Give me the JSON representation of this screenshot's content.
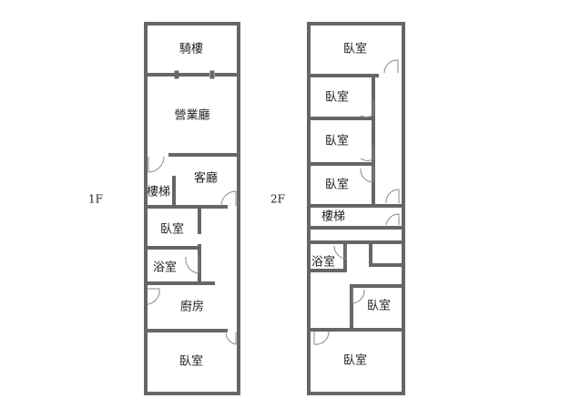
{
  "floors": [
    {
      "label": "1F",
      "rooms": [
        "騎樓",
        "營業廳",
        "客廳",
        "樓梯",
        "臥室",
        "浴室",
        "廚房",
        "臥室"
      ]
    },
    {
      "label": "2F",
      "rooms": [
        "臥室",
        "臥室",
        "臥室",
        "臥室",
        "樓梯",
        "浴室",
        "臥室",
        "臥室"
      ]
    }
  ],
  "colors": {
    "wall": "#666666",
    "door": "#888888"
  }
}
